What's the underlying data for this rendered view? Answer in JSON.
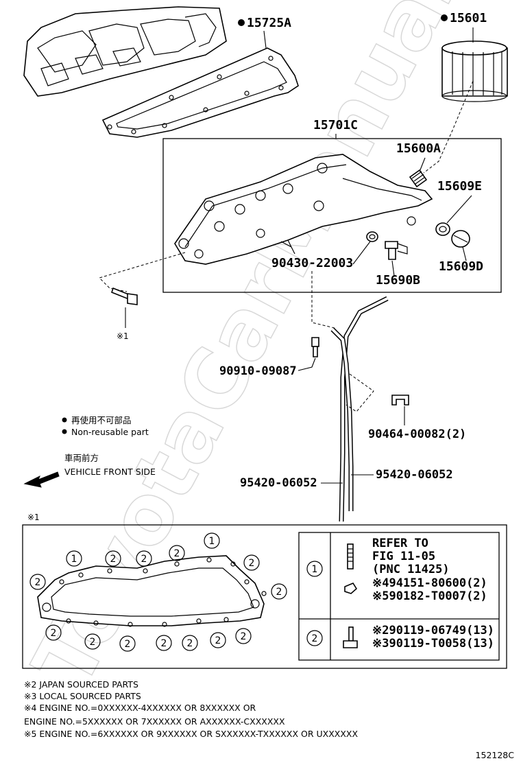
{
  "watermark": "ToyotaCarManual.ru",
  "parts": {
    "gasket": "15725A",
    "filter": "15601",
    "cooler": "15701C",
    "union": "15600A",
    "gasket_e": "15609E",
    "plug_d": "15609D",
    "gasket_2003": "90430-22003",
    "plug_b": "15690B",
    "bolt_09087": "90910-09087",
    "clamp": "90464-00082(2)",
    "hose_left": "95420-06052",
    "hose_right": "95420-06052"
  },
  "ref_x1": "※1",
  "legend": {
    "jp_text": "再使用不可部品",
    "en_text": "Non-reusable part",
    "front_jp": "車両前方",
    "front_en": "VEHICLE FRONT SIDE"
  },
  "detail": {
    "label": "※1",
    "circle_labels": [
      "1",
      "2"
    ],
    "row1": {
      "num": "1",
      "lines": [
        "REFER TO",
        "FIG 11-05",
        "(PNC 11425)",
        "※494151-80600(2)",
        "※590182-T0007(2)"
      ]
    },
    "row2": {
      "num": "2",
      "lines": [
        "※290119-06749(13)",
        "※390119-T0058(13)"
      ]
    }
  },
  "footnotes": [
    "※2 JAPAN SOURCED PARTS",
    "※3 LOCAL SOURCED PARTS",
    "※4 ENGINE NO.=0XXXXXX-4XXXXXX OR 8XXXXXX OR",
    "ENGINE NO.=5XXXXXX OR 7XXXXXX OR AXXXXXX-CXXXXXX",
    "※5 ENGINE NO.=6XXXXXX OR 9XXXXXX OR SXXXXXX-TXXXXXX OR UXXXXXX"
  ],
  "figure_id": "152128C"
}
